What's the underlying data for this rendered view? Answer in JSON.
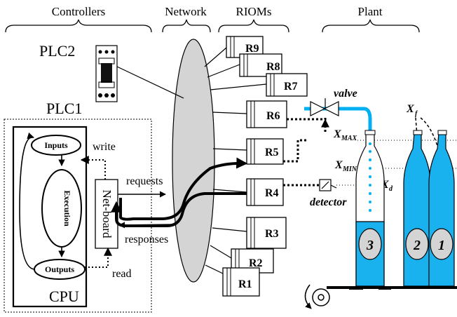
{
  "sections": {
    "controllers": "Controllers",
    "network": "Network",
    "rioms": "RIOMs",
    "plant": "Plant"
  },
  "controllers": {
    "plc2": "PLC2",
    "plc1": "PLC1",
    "cpu": "CPU",
    "inputs": "Inputs",
    "execution": "Execution",
    "outputs": "Outputs",
    "netboard": "Net-board",
    "write": "write",
    "read": "read",
    "requests": "requests",
    "responses": "responses"
  },
  "rioms": [
    "R1",
    "R2",
    "R3",
    "R4",
    "R5",
    "R6",
    "R7",
    "R8",
    "R9"
  ],
  "plant": {
    "valve": "valve",
    "detector": "detector",
    "x_f": "X",
    "x_f_sub": "f",
    "x_max": "X",
    "x_max_sub": "MAX",
    "x_min": "X",
    "x_min_sub": "MIN",
    "x_d": "X",
    "x_d_sub": "d",
    "bottles": [
      "3",
      "2",
      "1"
    ]
  },
  "colors": {
    "water": "#00b0f0",
    "bottle": "#1ab2ee",
    "ellipse": "#d4d4d4"
  }
}
